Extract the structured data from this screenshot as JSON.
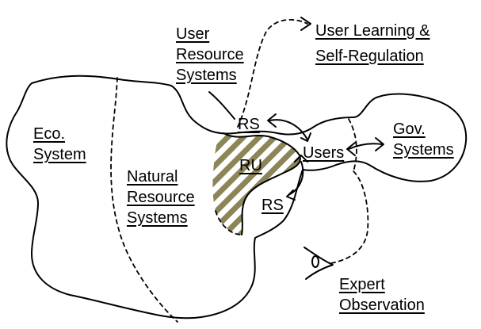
{
  "labels": {
    "user_resource_systems": [
      "User",
      "Resource",
      "Systems"
    ],
    "user_learning": [
      "User Learning &",
      "Self-Regulation"
    ],
    "eco_system": [
      "Eco.",
      "System"
    ],
    "natural_resource_systems": [
      "Natural",
      "Resource",
      "Systems"
    ],
    "rs_upper": "RS",
    "ru": "RU",
    "users": "Users",
    "rs_lower": "RS",
    "gov_systems": [
      "Gov.",
      "Systems"
    ],
    "expert_observation": [
      "Expert",
      "Observation"
    ]
  },
  "colors": {
    "stroke": "#000000",
    "hatch": "#8b8558",
    "background": "#ffffff"
  }
}
